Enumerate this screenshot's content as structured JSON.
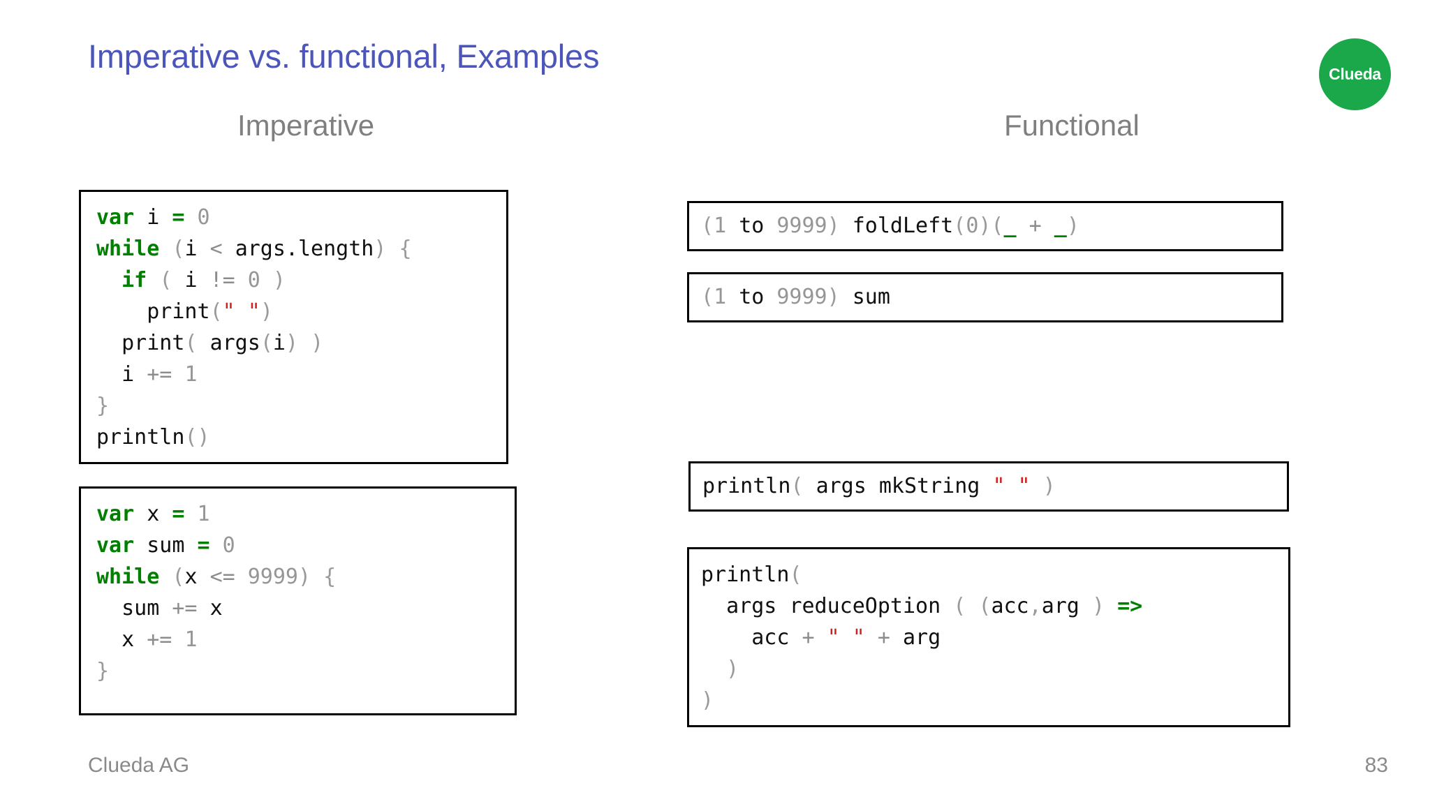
{
  "slide": {
    "title": "Imperative vs. functional, Examples",
    "title_color": "#4b55ba",
    "background": "#ffffff"
  },
  "logo": {
    "text": "Clueda",
    "shape": "circle",
    "fill_color": "#1aa84a",
    "text_color": "#ffffff"
  },
  "columns": {
    "left_heading": "Imperative",
    "right_heading": "Functional",
    "heading_color": "#7f7f7f"
  },
  "syntax_colors": {
    "keyword": "#007f00",
    "number": "#969696",
    "operator": "#8c8c8c",
    "punctuation": "#9a9a9a",
    "identifier": "#101010",
    "string": "#cc2222"
  },
  "code_blocks": {
    "imperative_1": {
      "plain_text": "var i = 0\nwhile (i < args.length) {\n  if ( i != 0 )\n    print(\" \")\n  print( args(i) )\n  i += 1\n}\nprintln()",
      "lines": [
        "var i = 0",
        "while (i < args.length) {",
        "  if ( i != 0 )",
        "    print(\" \")",
        "  print( args(i) )",
        "  i += 1",
        "}",
        "println()"
      ]
    },
    "imperative_2": {
      "plain_text": "var x = 1\nvar sum = 0\nwhile (x <= 9999) {\n  sum += x\n  x += 1\n}",
      "lines": [
        "var x = 1",
        "var sum = 0",
        "while (x <= 9999) {",
        "  sum += x",
        "  x += 1",
        "}"
      ]
    },
    "functional_1": {
      "plain_text": "(1 to 9999) foldLeft(0)(_ + _)",
      "lines": [
        "(1 to 9999) foldLeft(0)(_ + _)"
      ]
    },
    "functional_2": {
      "plain_text": "(1 to 9999) sum",
      "lines": [
        "(1 to 9999) sum"
      ]
    },
    "functional_3": {
      "plain_text": "println( args mkString \" \" )",
      "lines": [
        "println( args mkString \" \" )"
      ]
    },
    "functional_4": {
      "plain_text": "println(\n  args reduceOption ( (acc,arg ) =>\n    acc + \" \" + arg\n  )\n)",
      "lines": [
        "println(",
        "  args reduceOption ( (acc,arg ) =>",
        "    acc + \" \" + arg",
        "  )",
        ")"
      ]
    }
  },
  "footer": {
    "company": "Clueda AG",
    "page_number": "83",
    "color": "#8a8a8a"
  }
}
